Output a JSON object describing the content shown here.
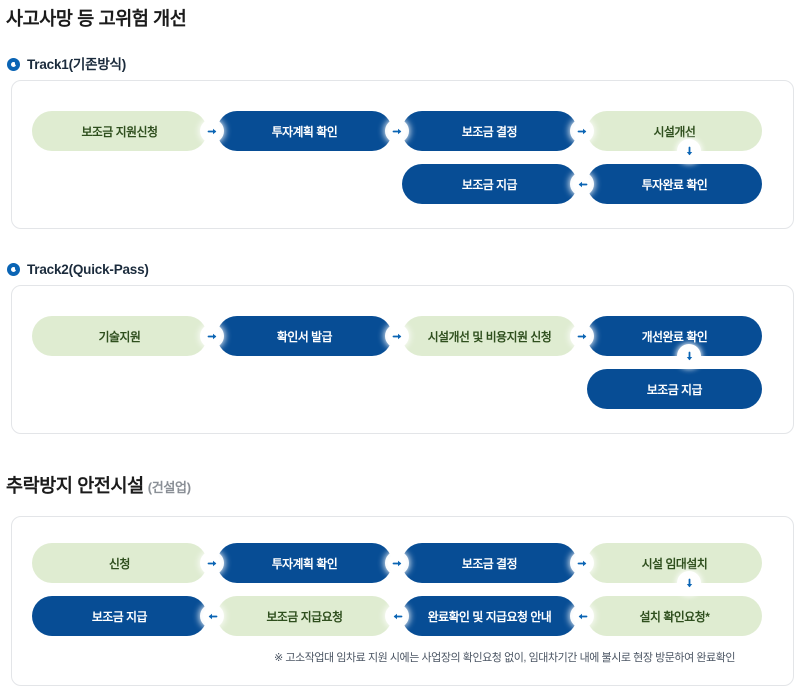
{
  "sections": [
    {
      "title": "사고사망 등 고위험 개선",
      "title_sub": "",
      "tracks": [
        {
          "label": "Track1(기존방식)",
          "bullet_icon": "ring-icon",
          "rows": [
            {
              "arrow_direction": "right",
              "cells": [
                {
                  "text": "보조금 지원신청",
                  "style": "green"
                },
                {
                  "text": "투자계획 확인",
                  "style": "blue"
                },
                {
                  "text": "보조금 결정",
                  "style": "blue"
                },
                {
                  "text": "시설개선",
                  "style": "green"
                }
              ]
            },
            {
              "arrow_direction": "left",
              "cells": [
                {
                  "text": "",
                  "style": "empty"
                },
                {
                  "text": "",
                  "style": "empty"
                },
                {
                  "text": "보조금 지급",
                  "style": "blue"
                },
                {
                  "text": "투자완료 확인",
                  "style": "blue"
                }
              ]
            }
          ],
          "down_arrow_column": 4
        },
        {
          "label": "Track2(Quick-Pass)",
          "bullet_icon": "ring-icon",
          "rows": [
            {
              "arrow_direction": "right",
              "cells": [
                {
                  "text": "기술지원",
                  "style": "green"
                },
                {
                  "text": "확인서 발급",
                  "style": "blue"
                },
                {
                  "text": "시설개선 및 비용지원 신청",
                  "style": "green"
                },
                {
                  "text": "개선완료 확인",
                  "style": "blue"
                }
              ]
            },
            {
              "arrow_direction": "none",
              "cells": [
                {
                  "text": "",
                  "style": "empty"
                },
                {
                  "text": "",
                  "style": "empty"
                },
                {
                  "text": "",
                  "style": "empty"
                },
                {
                  "text": "보조금 지급",
                  "style": "blue"
                }
              ]
            }
          ],
          "down_arrow_column": 4
        }
      ]
    },
    {
      "title": "추락방지 안전시설",
      "title_sub": "(건설업)",
      "tracks": [
        {
          "label": "",
          "bullet_icon": "",
          "rows": [
            {
              "arrow_direction": "right",
              "cells": [
                {
                  "text": "신청",
                  "style": "green"
                },
                {
                  "text": "투자계획 확인",
                  "style": "blue"
                },
                {
                  "text": "보조금 결정",
                  "style": "blue"
                },
                {
                  "text": "시설 임대설치",
                  "style": "green"
                }
              ]
            },
            {
              "arrow_direction": "left",
              "cells": [
                {
                  "text": "보조금 지급",
                  "style": "blue"
                },
                {
                  "text": "보조금 지급요청",
                  "style": "green"
                },
                {
                  "text": "완료확인 및 지급요청 안내",
                  "style": "blue"
                },
                {
                  "text": "설치 확인요청*",
                  "style": "green"
                }
              ]
            }
          ],
          "down_arrow_column": 4,
          "footnote": "※ 고소작업대 임차료 지원 시에는 사업장의 확인요청 없이, 임대차기간 내에 불시로 현장 방문하여 완료확인"
        }
      ]
    }
  ],
  "colors": {
    "pill_green_bg": "#dfecd1",
    "pill_green_text": "#2f4f1e",
    "pill_blue_bg": "#074d95",
    "pill_blue_text": "#ffffff",
    "accent_blue": "#0a64b4",
    "card_border": "#e3e5e8",
    "title_text": "#1b1b1b",
    "title_sub_text": "#8a8f96",
    "footnote_text": "#4b5563"
  }
}
